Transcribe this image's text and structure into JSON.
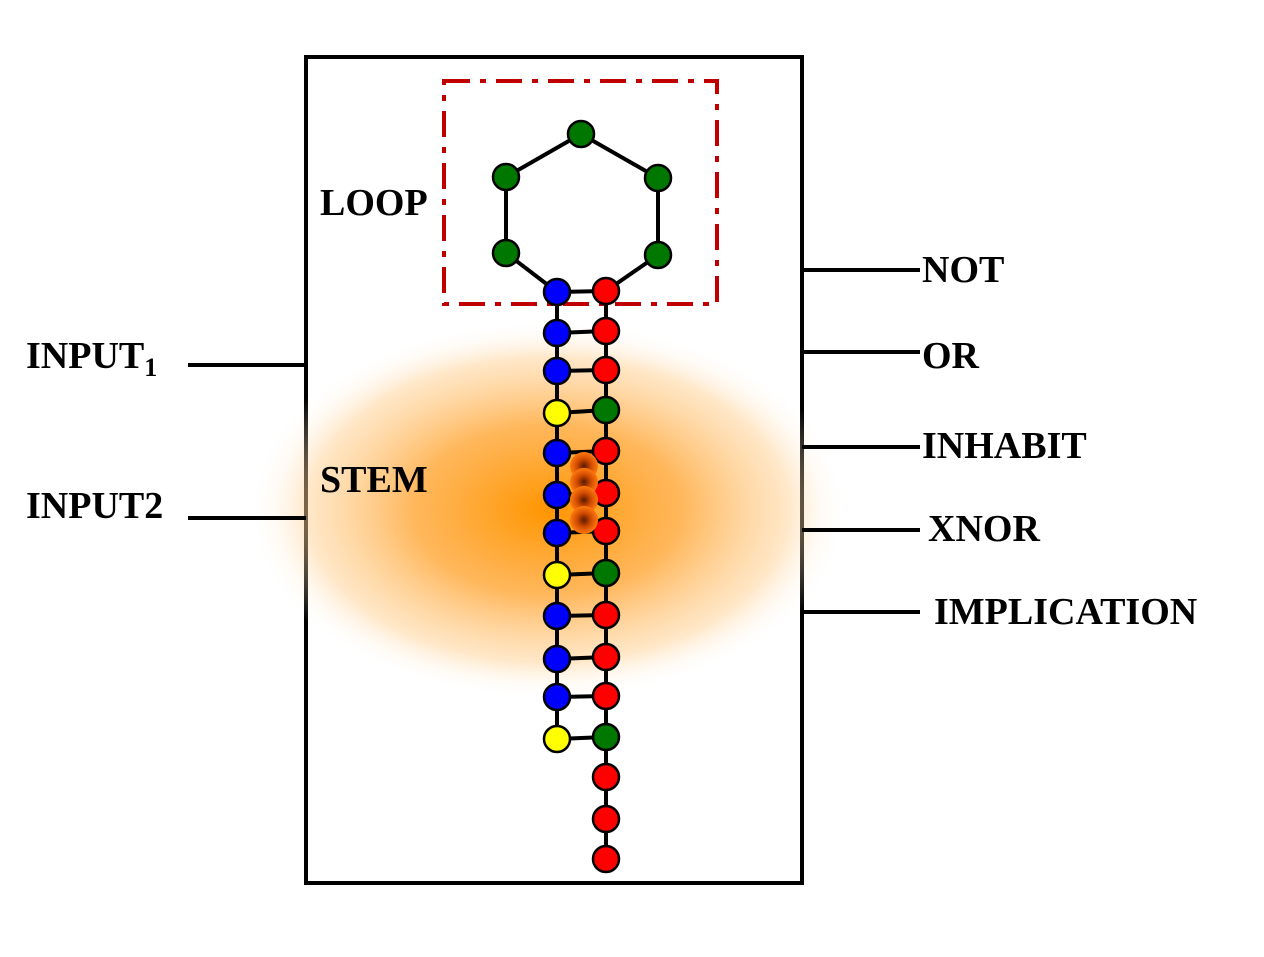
{
  "labels": {
    "loop": "LOOP",
    "stem": "STEM",
    "input1": "INPUT",
    "input1_sub": "1",
    "input2": "INPUT2",
    "outputs": [
      "NOT",
      "OR",
      "INHABIT",
      "XNOR",
      "IMPLICATION"
    ]
  },
  "colors": {
    "blue": "#0000ff",
    "red": "#ff0000",
    "green": "#007800",
    "yellow": "#ffff00",
    "loop_box": "#c00000",
    "glow": "#ff9900"
  },
  "strands": {
    "loop": [
      "green",
      "green",
      "green",
      "green",
      "green"
    ],
    "left": [
      "blue",
      "blue",
      "blue",
      "yellow",
      "blue",
      "blue",
      "blue",
      "yellow",
      "blue",
      "blue",
      "blue",
      "yellow"
    ],
    "right": [
      "red",
      "red",
      "red",
      "green",
      "red",
      "red",
      "red",
      "green",
      "red",
      "red",
      "red",
      "green",
      "red",
      "red",
      "red"
    ]
  }
}
